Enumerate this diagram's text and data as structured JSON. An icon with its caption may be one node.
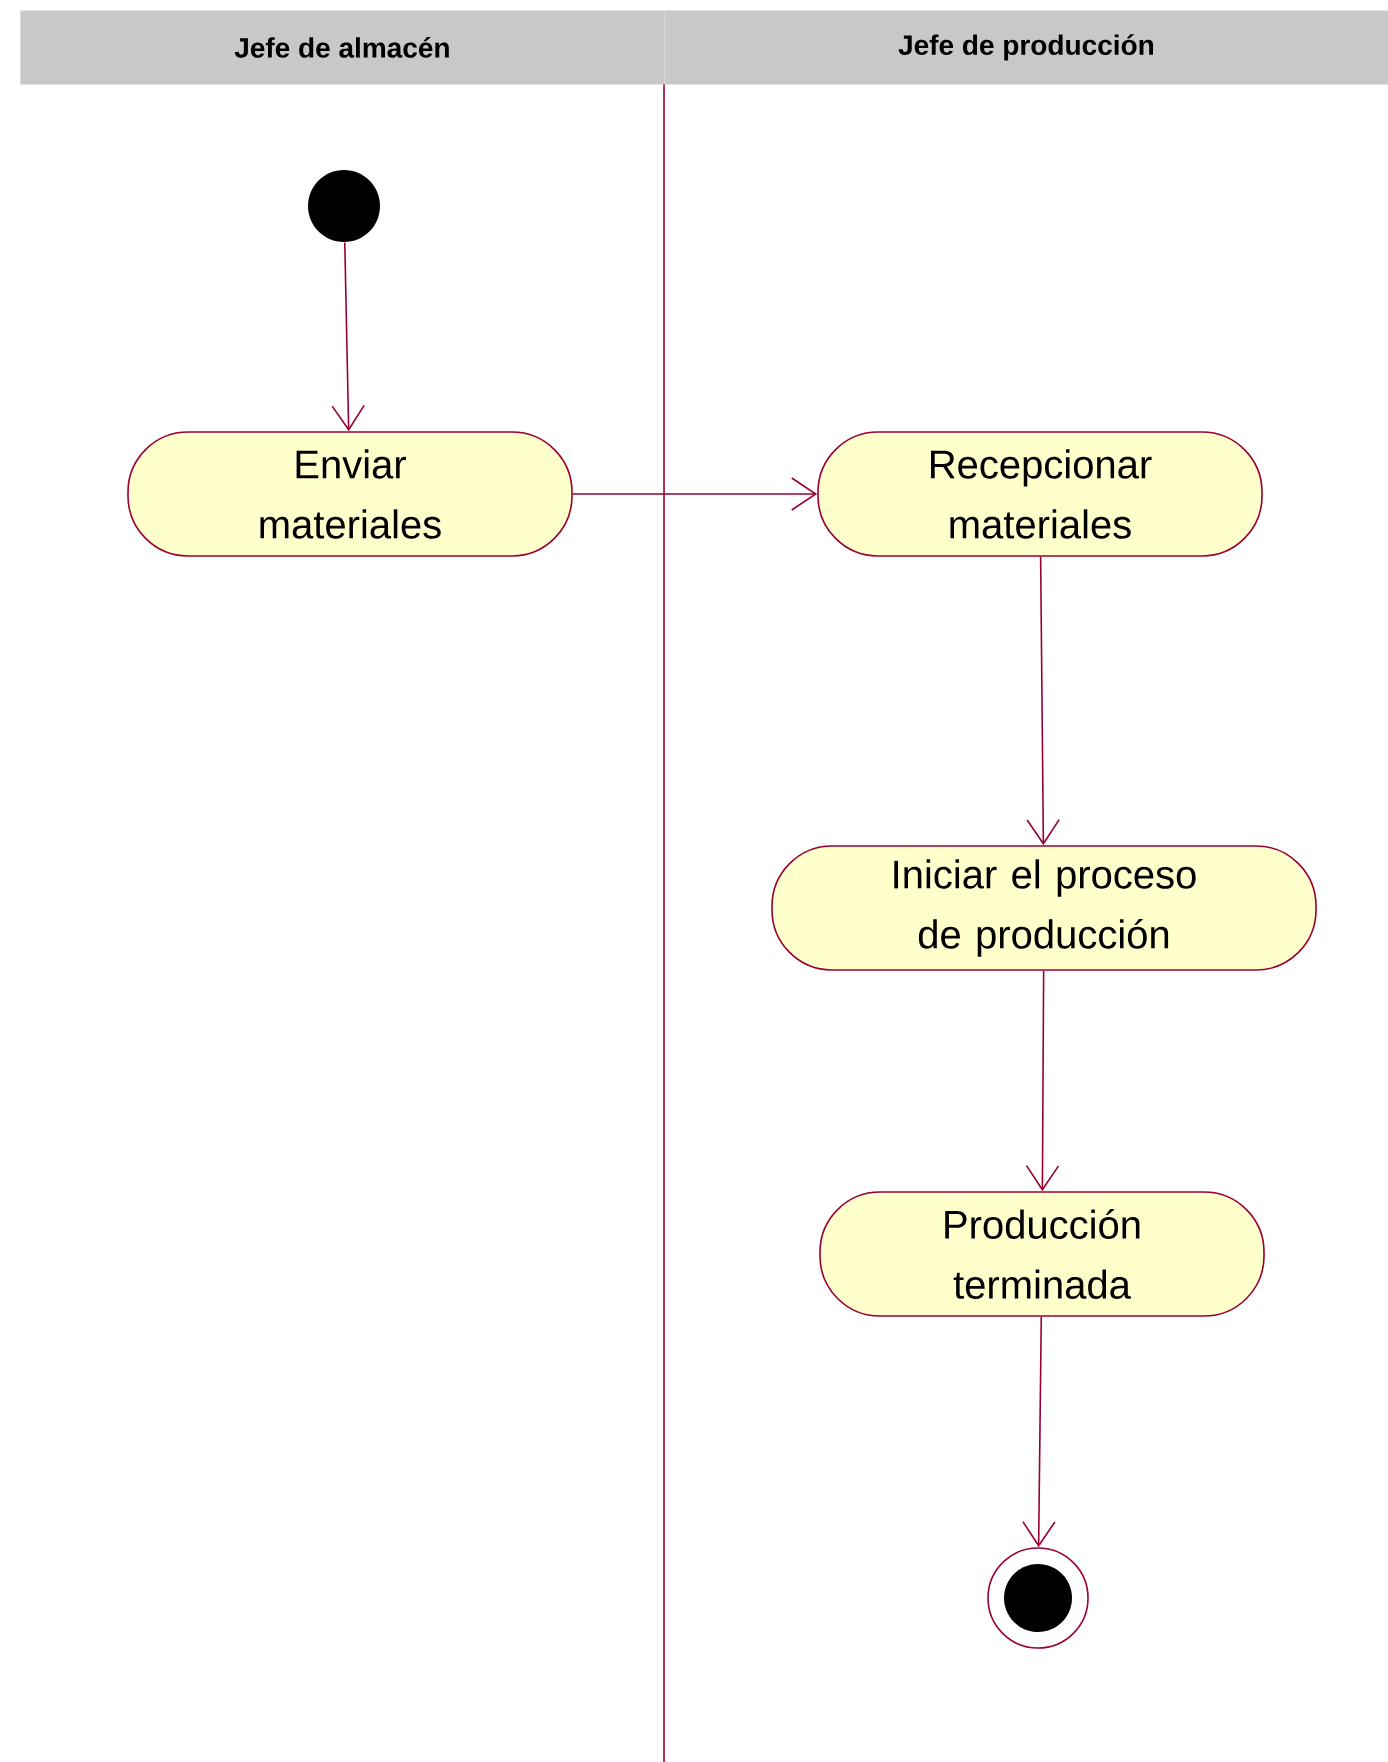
{
  "diagram": {
    "nodes": [
      {
        "text": [
          "Jefe de almacén"
        ]
      },
      {
        "text": [
          "Jefe de producción"
        ]
      },
      {
        "text": [],
        "shape": "circle"
      },
      {
        "text": [
          "Enviar materiales"
        ]
      },
      {
        "text": [
          "Recepcionar materiales"
        ]
      },
      {
        "text": [
          "Iniciar el proceso de producción"
        ]
      },
      {
        "text": [
          "Producción terminada"
        ]
      },
      {
        "text": [],
        "shape": "bullseye"
      }
    ],
    "edges": [
      {
        "from": 2,
        "to": 3,
        "arrow": "to"
      },
      {
        "from": 3,
        "to": 4,
        "arrow": "to"
      },
      {
        "from": 4,
        "to": 5,
        "arrow": "to"
      },
      {
        "from": 5,
        "to": 6,
        "arrow": "to"
      },
      {
        "from": 6,
        "to": 7,
        "arrow": "to"
      }
    ]
  }
}
